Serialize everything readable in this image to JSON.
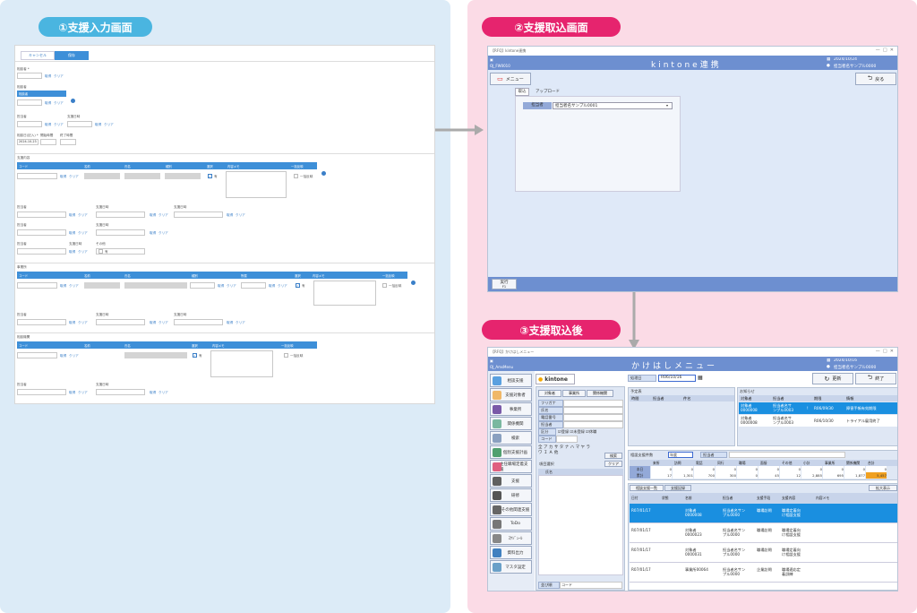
{
  "left": {
    "pill": "①支援入力画面",
    "tabs": [
      "キャンセル",
      "保存"
    ],
    "fields": {
      "f1": "相談者 *",
      "f2": "相談者",
      "f2_val": "相談者",
      "f3": "担当者",
      "f4": "支援日時",
      "f5": "相談日(記入) *",
      "f5_val": "2024-10-23",
      "f6": "開始時間",
      "f7": "終了時間",
      "sec1": "支援内容",
      "sec2": "事業所",
      "sec3": "相談機関"
    },
    "links": {
      "select": "取得",
      "clear": "クリア"
    },
    "headers": [
      "コード",
      "名前",
      "氏名",
      "種別",
      "所属",
      "選択",
      "内容メモ",
      "一括反映"
    ],
    "check_label": "有",
    "bulk": "一括反映",
    "other": "その他"
  },
  "right": {
    "pill2": "②支援取込画面",
    "pill3": "③支援取込後"
  },
  "win1": {
    "title": "【RFQ】kintone連携",
    "code": "OJ_FW0010",
    "heading": "kintone連携",
    "date": "2024/10/24",
    "user": "担当者名サンプル0000",
    "menu": "メニュー",
    "back": "戻る",
    "tabs": [
      "取込",
      "アップロード"
    ],
    "staff_label": "担当者",
    "staff_value": "担当者名サンプル0001",
    "exec": "実行",
    "exec_key": "F1"
  },
  "win2": {
    "title": "【RFQ】かけはしメニュー",
    "code": "OJ_AmsMenu",
    "heading": "かけはしメニュー",
    "date": "2024/10/16",
    "user": "担当者名サンプル0000",
    "refresh": "更新",
    "end": "終了",
    "kintone": "kintone",
    "proc_date_label": "処理日",
    "proc_date": "R06/10/16",
    "nav": [
      "相談支援",
      "支援対象者",
      "事業所",
      "関係機関",
      "検索",
      "個別支援計画",
      "主任職場定着支援",
      "支援",
      "研修",
      "その他関連支援",
      "ToDo",
      "ｽｹｼﾞｭｰﾙ",
      "資料出力",
      "マスタ設定"
    ],
    "search_tabs": [
      "対象者",
      "事業所",
      "関係機関"
    ],
    "search_labels": [
      "フリガナ",
      "氏名",
      "電話番号",
      "担当者",
      "区分",
      "コード"
    ],
    "checks": [
      "登録",
      "未登録",
      "休職"
    ],
    "kana": [
      "全",
      "ア",
      "カ",
      "サ",
      "タ",
      "ナ",
      "ハ",
      "マ",
      "ヤ",
      "ラ",
      "ワ",
      "Ｉ",
      "Ａ",
      "他"
    ],
    "search_btn": "検索",
    "reset_btn": "クリア",
    "sort_label": "項目選択",
    "list_header": "氏名",
    "sort_footer": "並び順",
    "sort_value": "コード",
    "schedule": {
      "title": "予定表",
      "cols": [
        "時間",
        "担当者",
        "件名"
      ]
    },
    "notice": {
      "title": "お知らせ",
      "cols": [
        "対象者",
        "担当者",
        "期限",
        "情報"
      ],
      "rows": [
        [
          "対象者\n0000008",
          "担当者名サ\nンプル0003",
          "!",
          "R06/09/30",
          "障害手帳有効期限"
        ],
        [
          "対象者\n0000008",
          "担当者名サ\nンプル0003",
          "",
          "R06/10/30",
          "トライアル雇用終了"
        ]
      ]
    },
    "stats": {
      "title": "相談支援件数",
      "period": "年度",
      "staff": "担当者",
      "cols": [
        "来所",
        "訪問",
        "電話",
        "同行",
        "職場",
        "面接",
        "その他",
        "小計",
        "事業所",
        "関係機関",
        "合計"
      ],
      "rows": [
        {
          "label": "本日",
          "values": [
            "0",
            "0",
            "0",
            "0",
            "0",
            "0",
            "0",
            "0",
            "0",
            "0",
            "0"
          ]
        },
        {
          "label": "累計",
          "values": [
            "17",
            "1,301",
            "700",
            "300",
            "0",
            "45",
            "12",
            "2,885",
            "695",
            "1,877",
            "5,457"
          ]
        }
      ]
    },
    "list_tabs": [
      "相談支援一覧",
      "支援記録"
    ],
    "expand": "拡大表示",
    "list_cols": [
      "日付",
      "状態",
      "名前",
      "担当者",
      "支援手段",
      "支援内容",
      "内容メモ"
    ],
    "list_rows": [
      [
        "R07/01/17",
        "",
        "対象者\n0000008",
        "担当者名サン\nプル0000",
        "職場訪問",
        "職場定着向\nけ相談支援",
        ""
      ],
      [
        "R07/01/17",
        "",
        "対象者\n0000023",
        "担当者名サン\nプル0000",
        "職場訪問",
        "職場定着向\nけ相談支援",
        ""
      ],
      [
        "R07/01/17",
        "",
        "対象者\n0000031",
        "担当者名サン\nプル0000",
        "職場訪問",
        "職場定着向\nけ相談支援",
        ""
      ],
      [
        "R07/01/17",
        "",
        "事業所00064",
        "担当者名サン\nプル0000",
        "企業訪問",
        "職場適応定\n着訓練",
        ""
      ]
    ]
  },
  "colors": {
    "accent_blue": "#4ab5e0",
    "accent_pink": "#e6246e",
    "band": "#6d8fd0",
    "selected_row": "#1a8fe0"
  }
}
